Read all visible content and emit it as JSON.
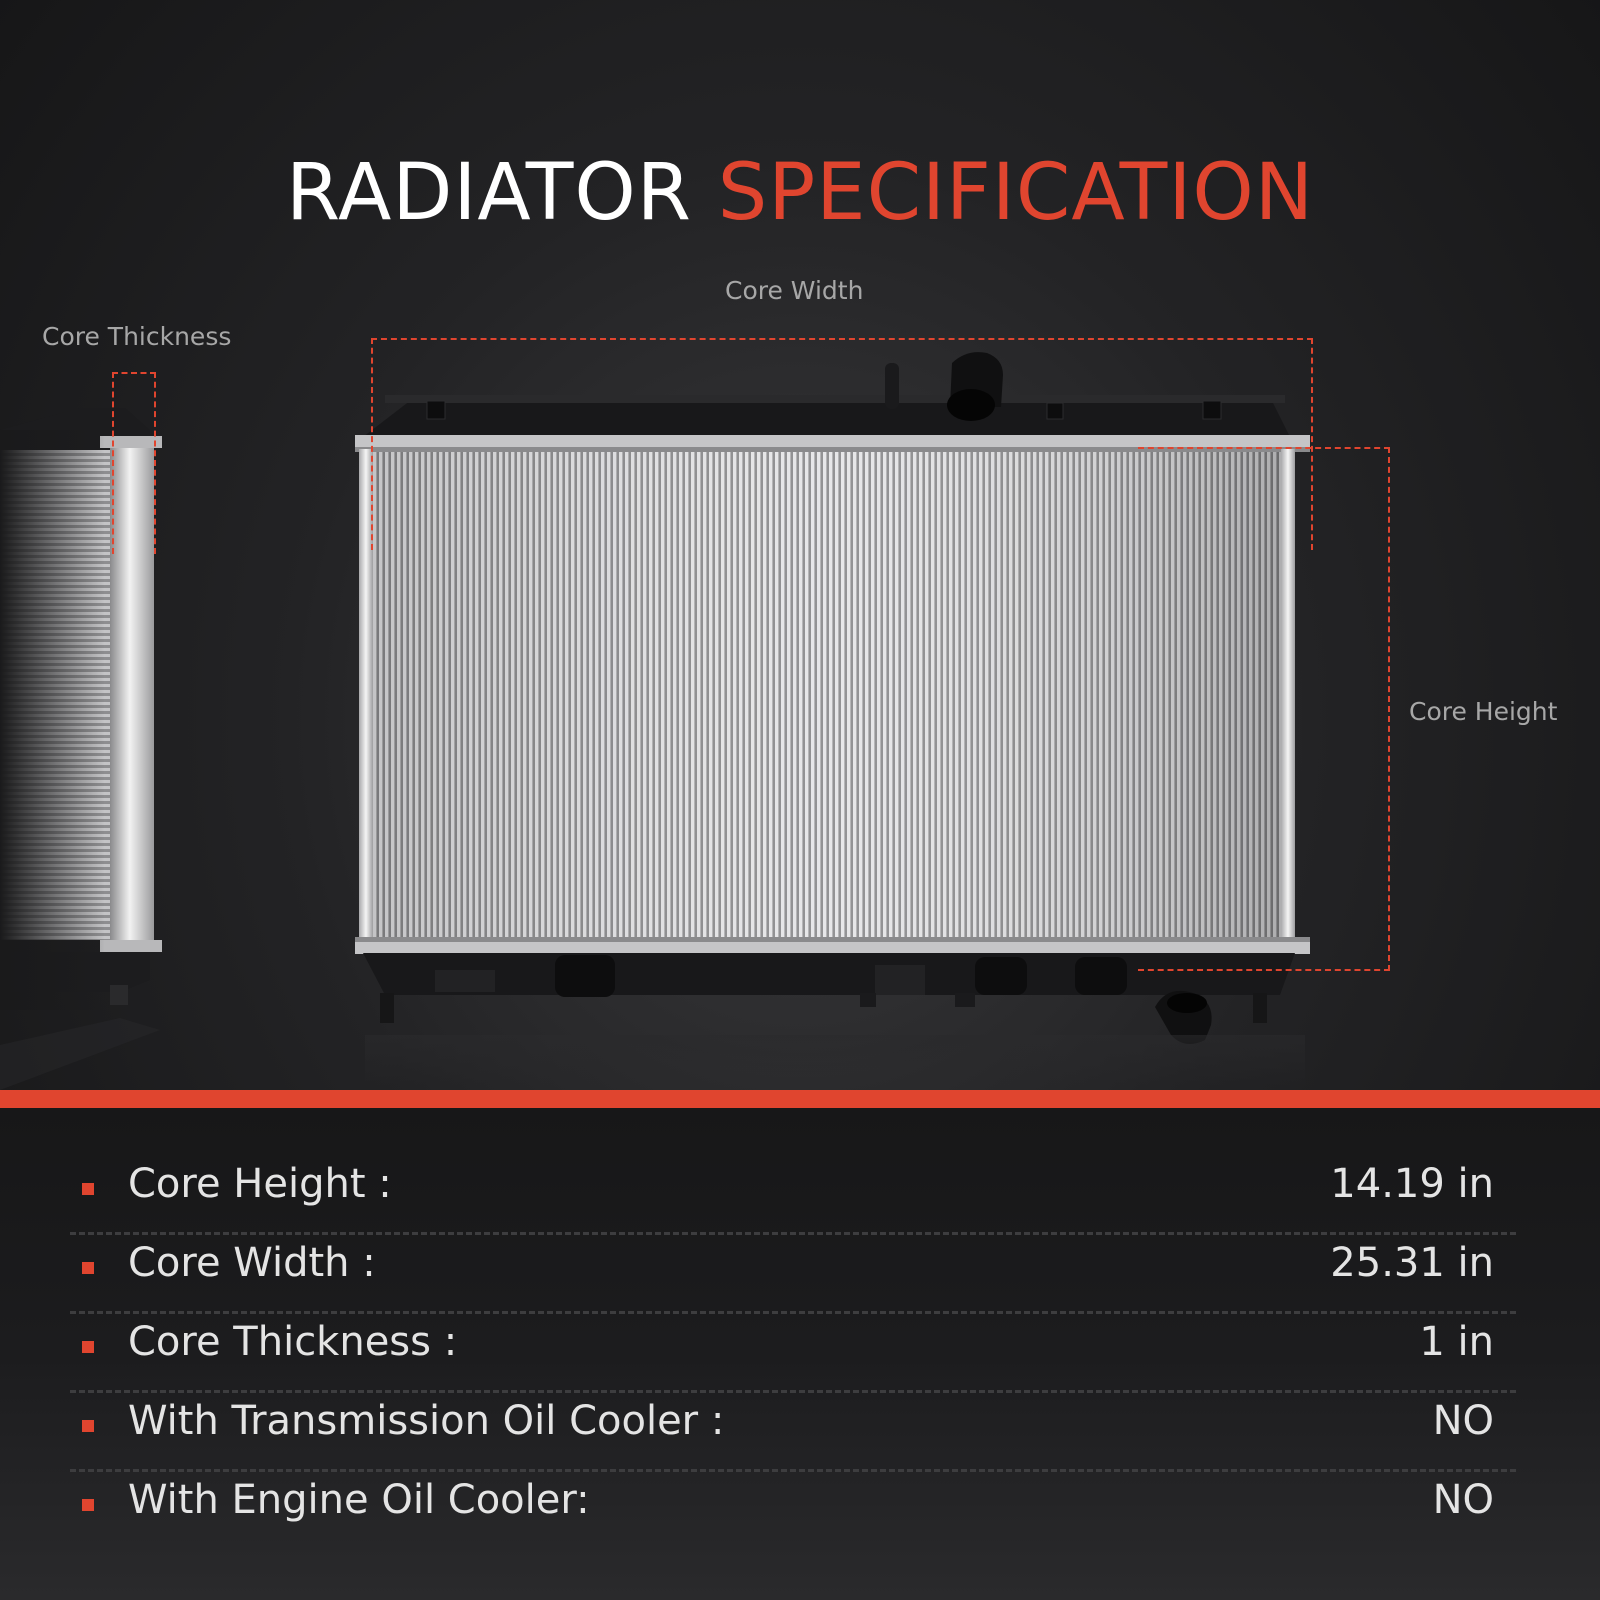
{
  "title": {
    "part1": "RADIATOR",
    "part2": "SPECIFICATION"
  },
  "colors": {
    "accent": "#e0452f",
    "title_white": "#ffffff",
    "label_gray": "#a7a7a7",
    "text": "#e4e4e4"
  },
  "diagram": {
    "core_thickness_label": "Core Thickness",
    "core_width_label": "Core Width",
    "core_height_label": "Core Height"
  },
  "specs": [
    {
      "label": "Core Height :",
      "value": "14.19 in"
    },
    {
      "label": "Core Width :",
      "value": "25.31 in"
    },
    {
      "label": "Core Thickness :",
      "value": "1 in"
    },
    {
      "label": "With Transmission Oil Cooler :",
      "value": "NO"
    },
    {
      "label": "With Engine Oil Cooler:",
      "value": "NO"
    }
  ]
}
